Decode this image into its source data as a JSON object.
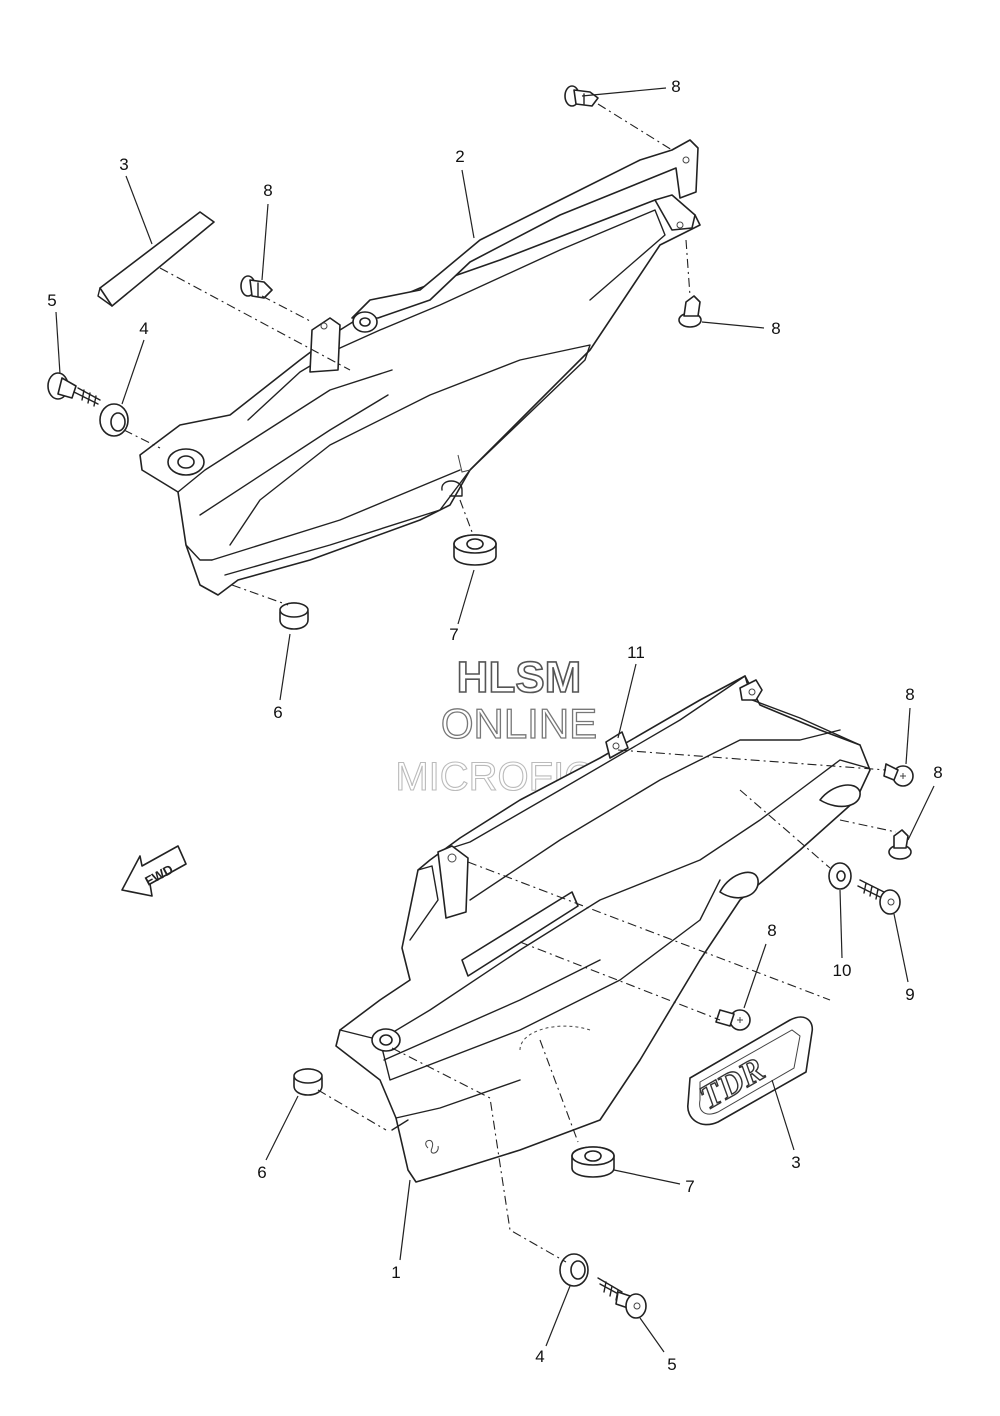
{
  "watermark": {
    "line1": "HLSM",
    "line2": "ONLINE",
    "line3": "MICROFICHE"
  },
  "direction_arrow": {
    "label": "FWD",
    "icon": "forward-arrow-icon"
  },
  "emblem_text": "TDR",
  "callouts": {
    "upper_8_top": "8",
    "upper_2": "2",
    "upper_3": "3",
    "upper_8_mid": "8",
    "upper_8_right": "8",
    "upper_5": "5",
    "upper_4": "4",
    "upper_7": "7",
    "upper_6": "6",
    "lower_11": "11",
    "lower_8_a": "8",
    "lower_8_b": "8",
    "lower_10": "10",
    "lower_9": "9",
    "lower_8_c": "8",
    "lower_6": "6",
    "lower_3": "3",
    "lower_7": "7",
    "lower_1": "1",
    "lower_4": "4",
    "lower_5": "5"
  }
}
